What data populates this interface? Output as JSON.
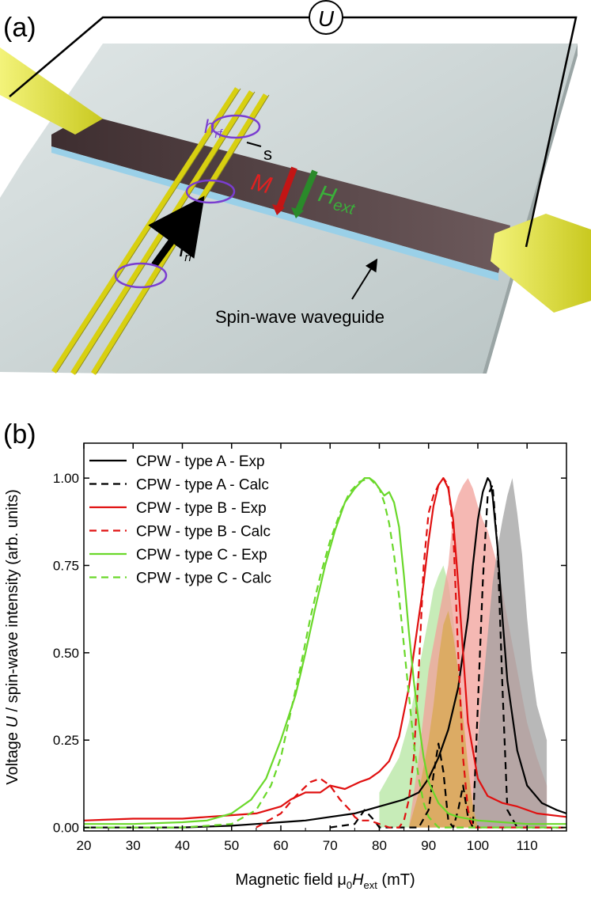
{
  "panel_a": {
    "label": "(a)",
    "voltage_symbol": "U",
    "h_label": "h",
    "h_sub": "rf",
    "i_label": "I",
    "i_sub": "rf",
    "s_label": "s",
    "m_label": "M",
    "hext_label": "H",
    "hext_sub": "ext",
    "waveguide_label": "Spin-wave waveguide",
    "colors": {
      "m_arrow": "#e02020",
      "hext_arrow": "#2a9a2a",
      "cpw": "#e8e030",
      "waveguide": "#5a4548",
      "substrate": "#c9d2d2",
      "loops": "#7a3dd0"
    }
  },
  "panel_b": {
    "label": "(b)"
  },
  "chart_data": {
    "type": "line",
    "xlabel_prefix": "Magnetic field μ",
    "xlabel_sub0": "0",
    "xlabel_H": "H",
    "xlabel_sub": "ext",
    "xlabel_suffix": " (mT)",
    "ylabel_prefix": "Voltage ",
    "ylabel_U": "U",
    "ylabel_suffix": " / spin-wave intensity (arb. units)",
    "xlim": [
      20,
      118
    ],
    "ylim": [
      -0.01,
      1.1
    ],
    "x_ticks": [
      20,
      30,
      40,
      50,
      60,
      70,
      80,
      90,
      100,
      110
    ],
    "y_ticks": [
      0.0,
      0.25,
      0.5,
      0.75,
      1.0
    ],
    "y_tick_labels": [
      "0.00",
      "0.25",
      "0.50",
      "0.75",
      "1.00"
    ],
    "legend_position": "top-left",
    "series": [
      {
        "name": "CPW - type A - Exp",
        "color": "#000000",
        "dash": false,
        "x": [
          20,
          30,
          40,
          50,
          55,
          60,
          65,
          70,
          75,
          80,
          85,
          88,
          90,
          92,
          94,
          96,
          98,
          99,
          100,
          101,
          102,
          102.5,
          103,
          104,
          105,
          106,
          108,
          110,
          113,
          116,
          118
        ],
        "y": [
          0.0,
          0.0,
          0.0,
          0.005,
          0.01,
          0.015,
          0.02,
          0.03,
          0.04,
          0.06,
          0.08,
          0.1,
          0.14,
          0.2,
          0.28,
          0.4,
          0.6,
          0.75,
          0.88,
          0.96,
          1.0,
          0.99,
          0.95,
          0.8,
          0.6,
          0.42,
          0.22,
          0.12,
          0.07,
          0.05,
          0.04
        ]
      },
      {
        "name": "CPW - type A - Calc",
        "color": "#000000",
        "dash": true,
        "x": [
          70,
          75,
          77,
          79,
          80,
          85,
          88,
          90,
          91,
          92,
          93,
          94,
          95,
          96,
          97,
          98,
          99,
          100,
          101,
          102,
          103,
          104,
          105,
          106,
          108,
          118
        ],
        "y": [
          0.0,
          0.01,
          0.05,
          0.02,
          0.0,
          0.0,
          0.0,
          0.05,
          0.15,
          0.24,
          0.16,
          0.02,
          0.0,
          0.05,
          0.12,
          0.03,
          0.0,
          0.35,
          0.7,
          0.95,
          0.98,
          0.8,
          0.4,
          0.05,
          0.0,
          0.0
        ]
      },
      {
        "name": "CPW - type B - Exp",
        "color": "#e01010",
        "dash": false,
        "x": [
          20,
          30,
          40,
          45,
          50,
          55,
          60,
          62,
          65,
          68,
          70,
          73,
          76,
          78,
          80,
          82,
          84,
          86,
          88,
          89,
          90,
          91,
          92,
          93,
          94,
          95,
          96,
          97,
          98,
          100,
          102,
          105,
          108,
          112,
          118
        ],
        "y": [
          0.02,
          0.025,
          0.025,
          0.03,
          0.035,
          0.04,
          0.06,
          0.08,
          0.1,
          0.1,
          0.12,
          0.11,
          0.13,
          0.14,
          0.16,
          0.19,
          0.26,
          0.4,
          0.6,
          0.7,
          0.82,
          0.92,
          0.98,
          1.0,
          0.97,
          0.88,
          0.7,
          0.5,
          0.3,
          0.14,
          0.09,
          0.07,
          0.06,
          0.04,
          0.03
        ]
      },
      {
        "name": "CPW - type B - Calc",
        "color": "#e01010",
        "dash": true,
        "x": [
          55,
          60,
          63,
          66,
          68,
          70,
          72,
          74,
          75,
          76,
          78,
          80,
          82,
          84,
          85,
          86,
          87,
          88,
          89,
          90,
          91,
          92,
          93,
          94,
          95,
          96,
          97,
          98,
          99,
          100,
          105,
          118
        ],
        "y": [
          0.0,
          0.04,
          0.09,
          0.13,
          0.14,
          0.12,
          0.08,
          0.05,
          0.03,
          0.02,
          0.02,
          0.01,
          0.0,
          0.0,
          0.02,
          0.08,
          0.2,
          0.45,
          0.75,
          0.9,
          0.95,
          0.98,
          1.0,
          0.98,
          0.85,
          0.5,
          0.2,
          0.05,
          0.0,
          0.0,
          0.0,
          0.0
        ]
      },
      {
        "name": "CPW - type C - Exp",
        "color": "#6ad82a",
        "dash": false,
        "x": [
          20,
          30,
          40,
          45,
          50,
          54,
          57,
          60,
          63,
          65,
          67,
          69,
          71,
          73,
          75,
          77,
          78,
          79,
          80,
          81,
          82,
          83,
          84,
          85,
          86,
          87,
          88,
          89,
          90,
          92,
          94,
          96,
          100,
          105,
          110,
          118
        ],
        "y": [
          0.01,
          0.01,
          0.015,
          0.02,
          0.04,
          0.08,
          0.14,
          0.25,
          0.38,
          0.5,
          0.63,
          0.75,
          0.85,
          0.93,
          0.97,
          1.0,
          1.0,
          0.99,
          0.97,
          0.95,
          0.96,
          0.93,
          0.86,
          0.72,
          0.56,
          0.42,
          0.3,
          0.2,
          0.13,
          0.07,
          0.04,
          0.03,
          0.02,
          0.015,
          0.01,
          0.01
        ]
      },
      {
        "name": "CPW - type C - Calc",
        "color": "#6ad82a",
        "dash": true,
        "x": [
          20,
          40,
          50,
          55,
          58,
          60,
          62,
          64,
          66,
          68,
          70,
          72,
          74,
          76,
          78,
          80,
          81,
          82,
          83,
          84,
          85,
          86,
          87,
          88,
          89,
          90,
          92,
          95,
          100,
          118
        ],
        "y": [
          0.0,
          0.0,
          0.01,
          0.05,
          0.12,
          0.2,
          0.33,
          0.46,
          0.6,
          0.72,
          0.82,
          0.9,
          0.96,
          0.99,
          1.0,
          0.97,
          0.93,
          0.87,
          0.78,
          0.66,
          0.52,
          0.38,
          0.24,
          0.14,
          0.07,
          0.03,
          0.0,
          0.0,
          0.0,
          0.0
        ]
      }
    ],
    "shaded_areas": [
      {
        "color": "#b4e6a0",
        "opacity": 0.75,
        "x": [
          80,
          82,
          84,
          86,
          88,
          90,
          91,
          92,
          93,
          94,
          95,
          96,
          97,
          98,
          99,
          100
        ],
        "y": [
          0.1,
          0.15,
          0.2,
          0.3,
          0.45,
          0.6,
          0.68,
          0.72,
          0.75,
          0.7,
          0.6,
          0.45,
          0.3,
          0.15,
          0.05,
          0.0
        ]
      },
      {
        "color": "#f2a099",
        "opacity": 0.75,
        "x": [
          86,
          88,
          90,
          92,
          94,
          95,
          96,
          97,
          98,
          99,
          100,
          101,
          102,
          104,
          106,
          108,
          110,
          112,
          114
        ],
        "y": [
          0.0,
          0.2,
          0.45,
          0.6,
          0.75,
          0.9,
          0.95,
          0.98,
          1.0,
          0.97,
          0.92,
          0.88,
          0.85,
          0.75,
          0.6,
          0.45,
          0.3,
          0.2,
          0.12
        ]
      },
      {
        "color": "#a0a0a0",
        "opacity": 0.75,
        "x": [
          99,
          100,
          101,
          102,
          103,
          104,
          105,
          106,
          107,
          108,
          109,
          110,
          111,
          112,
          113,
          114
        ],
        "y": [
          0.1,
          0.25,
          0.4,
          0.55,
          0.7,
          0.8,
          0.88,
          0.95,
          1.0,
          0.9,
          0.78,
          0.6,
          0.45,
          0.35,
          0.3,
          0.25
        ]
      },
      {
        "color": "#d8a850",
        "opacity": 0.75,
        "x": [
          86,
          88,
          90,
          91,
          92,
          93,
          94,
          95,
          96,
          97,
          98,
          99,
          100
        ],
        "y": [
          0.0,
          0.1,
          0.25,
          0.35,
          0.48,
          0.58,
          0.62,
          0.55,
          0.45,
          0.32,
          0.18,
          0.06,
          0.0
        ]
      }
    ]
  }
}
